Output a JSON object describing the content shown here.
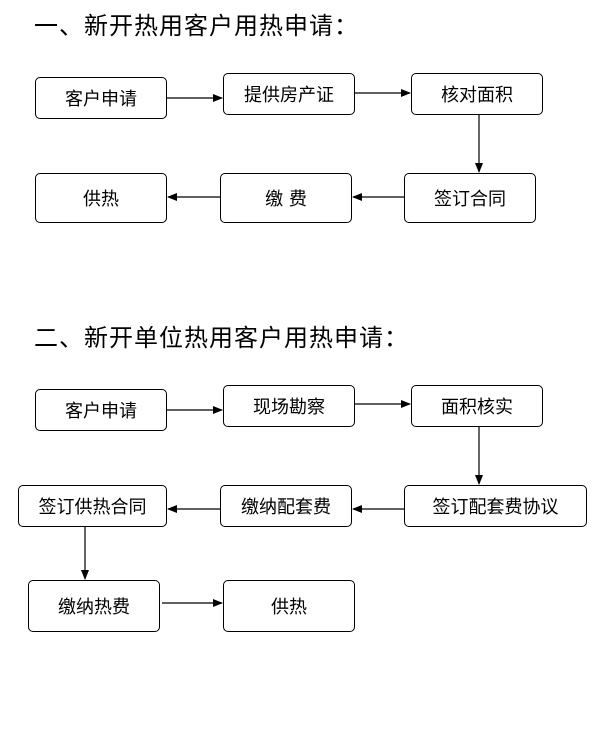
{
  "sections": [
    {
      "title": "一、新开热用客户用热申请：",
      "steps": [
        "客户申请",
        "提供房产证",
        "核对面积",
        "签订合同",
        "缴 费",
        "供热"
      ]
    },
    {
      "title": "二、新开单位热用客户用热申请：",
      "steps": [
        "客户申请",
        "现场勘察",
        "面积核实",
        "签订配套费协议",
        "缴纳配套费",
        "签订供热合同",
        "缴纳热费",
        "供热"
      ]
    }
  ]
}
